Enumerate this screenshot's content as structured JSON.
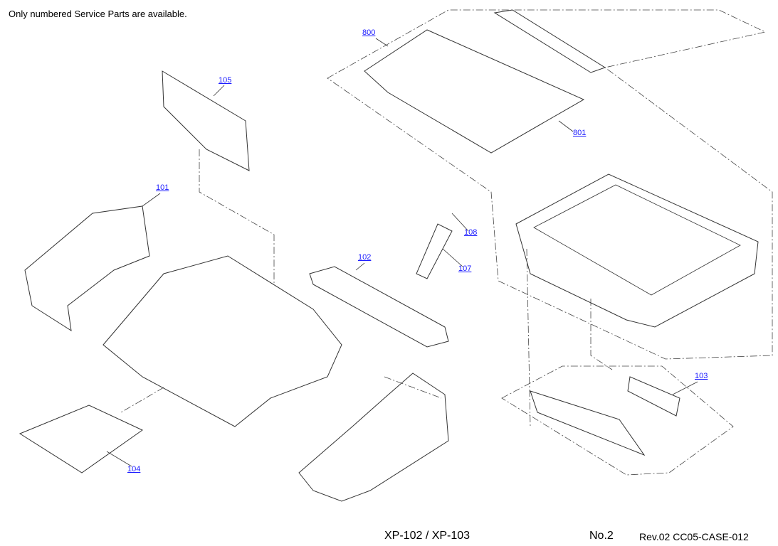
{
  "notice": "Only numbered Service Parts are available.",
  "parts": [
    {
      "id": "800",
      "label": "800"
    },
    {
      "id": "105",
      "label": "105"
    },
    {
      "id": "801",
      "label": "801"
    },
    {
      "id": "101",
      "label": "101"
    },
    {
      "id": "108",
      "label": "108"
    },
    {
      "id": "102",
      "label": "102"
    },
    {
      "id": "107",
      "label": "107"
    },
    {
      "id": "103",
      "label": "103"
    },
    {
      "id": "104",
      "label": "104"
    }
  ],
  "footer": {
    "model": "XP-102 / XP-103",
    "page": "No.2",
    "revision": "Rev.02  CC05-CASE-012"
  },
  "link_color": "#1a1aff"
}
